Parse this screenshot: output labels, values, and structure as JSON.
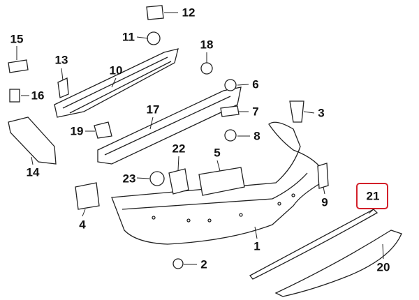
{
  "diagram": {
    "highlight_color": "#d3202a",
    "highlighted_part": "21",
    "callouts": [
      {
        "id": "c12",
        "label": "12"
      },
      {
        "id": "c11",
        "label": "11"
      },
      {
        "id": "c15",
        "label": "15"
      },
      {
        "id": "c13",
        "label": "13"
      },
      {
        "id": "c18",
        "label": "18"
      },
      {
        "id": "c10",
        "label": "10"
      },
      {
        "id": "c6",
        "label": "6"
      },
      {
        "id": "c16",
        "label": "16"
      },
      {
        "id": "c7",
        "label": "7"
      },
      {
        "id": "c17",
        "label": "17"
      },
      {
        "id": "c3",
        "label": "3"
      },
      {
        "id": "c19",
        "label": "19"
      },
      {
        "id": "c8",
        "label": "8"
      },
      {
        "id": "c22",
        "label": "22"
      },
      {
        "id": "c5",
        "label": "5"
      },
      {
        "id": "c14",
        "label": "14"
      },
      {
        "id": "c23",
        "label": "23"
      },
      {
        "id": "c9",
        "label": "9"
      },
      {
        "id": "c21",
        "label": "21"
      },
      {
        "id": "c4",
        "label": "4"
      },
      {
        "id": "c1",
        "label": "1"
      },
      {
        "id": "c2",
        "label": "2"
      },
      {
        "id": "c20",
        "label": "20"
      }
    ]
  }
}
